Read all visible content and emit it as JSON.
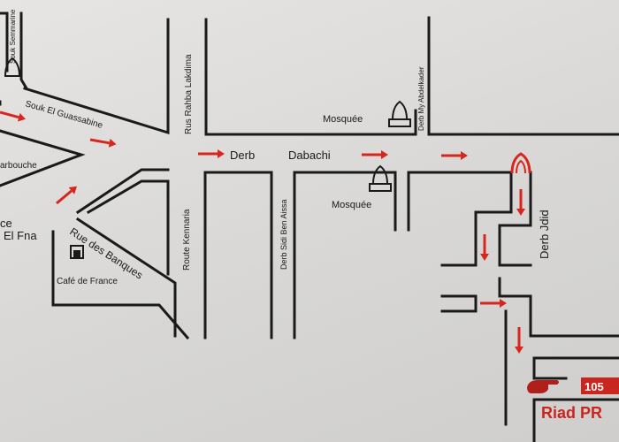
{
  "map": {
    "streets": {
      "souk_semmarine": "Souk Semmarine",
      "souk_el_guassabine": "Souk El Guassabine",
      "rus_rahba_lakdima": "Rus Rahba Lakdima",
      "derb_my_abdelkader": "Derb My Abdelkader",
      "derb": "Derb",
      "dabachi": "Dabachi",
      "derb_sidi_ben_aissa": "Derb Sidi Ben Aissa",
      "route_kennaria": "Route Kennaria",
      "rue_des_banques": "Rue des Banques",
      "derb_jdid": "Derb Jdid"
    },
    "places": {
      "mosquee_1": "Mosquée",
      "mosquee_2": "Mosquée",
      "cafe_de_france": "Café de France",
      "arbouche": "arbouche",
      "place_fragment": "ce",
      "el_fna": "El Fna",
      "riad": "Riad PR",
      "number": "105"
    },
    "colors": {
      "route_arrows": "#d7261e",
      "badge": "#c8261e",
      "riad_text": "#c8261e"
    },
    "icons": [
      "mosque-icon",
      "cafe-icon",
      "pointing-hand-icon",
      "direction-arrow-icon"
    ]
  }
}
